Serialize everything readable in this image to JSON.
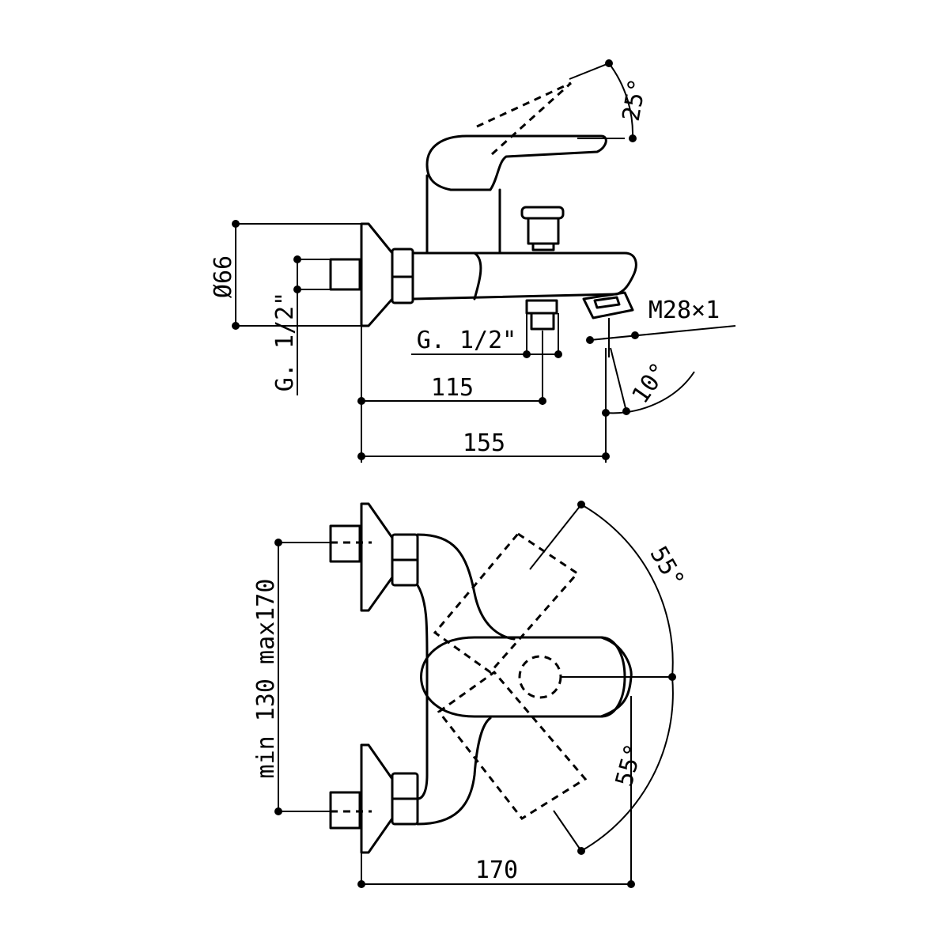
{
  "side_view": {
    "angle_lever": "25°",
    "flange_diameter": "Ø66",
    "inlet_thread": "G. 1/2\"",
    "outlet_thread": "G. 1/2\"",
    "spout_thread": "M28×1",
    "angle_spout": "10°",
    "dim_outlet": "115",
    "dim_spout": "155"
  },
  "top_view": {
    "angle_upper": "55°",
    "angle_lower": "55°",
    "centers": "min 130 max170",
    "dim_depth": "170"
  }
}
